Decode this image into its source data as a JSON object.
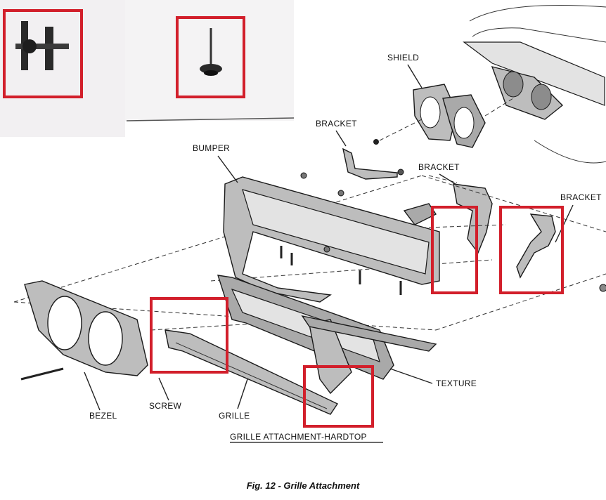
{
  "labels": {
    "shield": "SHIELD",
    "bracket_top": "BRACKET",
    "bracket_mid": "BRACKET",
    "bracket_right": "BRACKET",
    "bumper": "BUMPER",
    "texture": "TEXTURE",
    "bezel": "BEZEL",
    "screw": "SCREW",
    "grille": "GRILLE"
  },
  "diagram_title": "GRILLE ATTACHMENT-HARDTOP",
  "caption": "Fig. 12 - Grille Attachment",
  "colors": {
    "highlight": "#d21f2b",
    "part_fill": "#bdbdbd",
    "photo_background": "#f2f0f2"
  }
}
